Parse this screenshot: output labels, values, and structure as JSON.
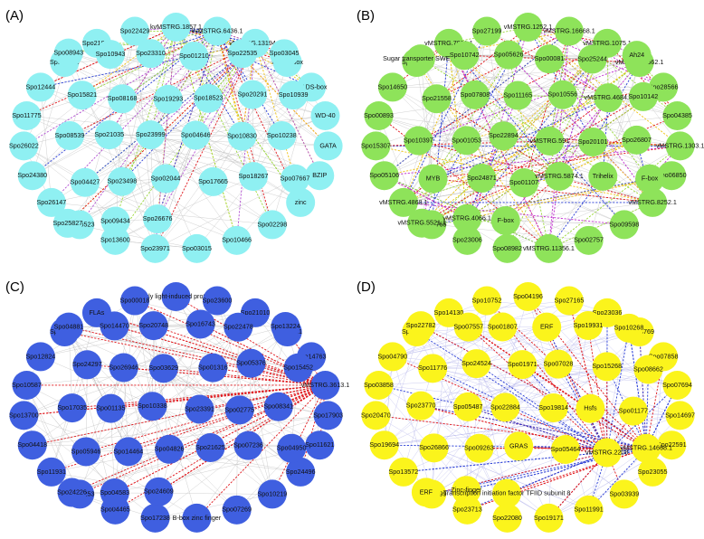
{
  "figure": {
    "panels": [
      {
        "label": "(A)",
        "node_color": "#8ff0f2",
        "edge_palette": [
          "#e0161b",
          "#2b3fd6",
          "#9cd93c",
          "#f0c419",
          "#b14fd1",
          "#bdbdbd"
        ],
        "hub_nodes": [
          "kvMSTRG.1857.1",
          "kvMSTRG.6436.1",
          "vMSTRG.13194.1"
        ],
        "nodes": [
          "kvMSTRG.1857.1",
          "kvMSTRG.6436.1",
          "vMSTRG.13194.1",
          "MADS-box",
          "MADS-box",
          "WD-40",
          "GATA",
          "BZIP",
          "zinc",
          "Spo02298",
          "Spo10466",
          "Spo03015",
          "Spo23971",
          "Spo13600",
          "Spo16523",
          "Spo26147",
          "Spo24380",
          "Spo26022",
          "Spo11775",
          "Spo12444",
          "Spo28275",
          "Spo21811",
          "Spo22429",
          "Spo08943",
          "Spo10943",
          "Spo23310",
          "Spo01210",
          "Spo22535",
          "Spo03045",
          "Spo15821",
          "Spo08168",
          "Spo19293",
          "Spo18523",
          "Spo20291",
          "Spo10939",
          "Spo08539",
          "Spo21035",
          "Spo23999",
          "Spo04646",
          "Spo10830",
          "Spo10238",
          "Spo04427",
          "Spo23498",
          "Spo02044",
          "Spo17665",
          "Spo18267",
          "Spo07667",
          "Spo25827",
          "Spo09434",
          "Spo26676"
        ]
      },
      {
        "label": "(B)",
        "node_color": "#8ee35a",
        "edge_palette": [
          "#e0161b",
          "#2b3fd6",
          "#9cd93c",
          "#c02fd0",
          "#f0c419",
          "#bdbdbd"
        ],
        "hub_nodes": [
          "vMSTRG.1252.1",
          "vMSTRG.16668.1",
          "vMSTRG.1075.1",
          "vMSTRG.6662.1",
          "vMSTRG.1303.1",
          "vMSTRG.8252.1",
          "vMSTRG.11356.1",
          "vMSTRG.4868.1",
          "vMSTRG.7931.1",
          "vMSTRG.4684.1",
          "vMSTRG.591",
          "vMSTRG.5874.1",
          "vMSTRG.5521.1",
          "vMSTRG.4066.1"
        ],
        "nodes": [
          "vMSTRG.1252.1",
          "vMSTRG.16668.1",
          "vMSTRG.1075.1",
          "vMSTRG.6662.1",
          "Spo28566",
          "Spo04385",
          "vMSTRG.1303.1",
          "Spo06850",
          "vMSTRG.8252.1",
          "Spo09598",
          "Spo02757",
          "vMSTRG.11356.1",
          "Spo08982",
          "Spo23006",
          "Spo16765",
          "vMSTRG.4868.1",
          "Spo05106",
          "Spo15307",
          "Spo00893",
          "Spo14650",
          "Spo04763",
          "vMSTRG.7931.1",
          "Spo27199",
          "Sugar transporter SWEET",
          "Spo10742",
          "Spo05626",
          "Spo00081",
          "Spo25244",
          "Ah24",
          "Spo21558",
          "Spo07808",
          "Spo11165",
          "Spo10556",
          "vMSTRG.4684.1",
          "Spo10142",
          "Spo10397",
          "Spo01053",
          "Spo22894",
          "vMSTRG.591",
          "Spo20101",
          "Spo26807",
          "MYB",
          "Spo24871",
          "Spo01107",
          "vMSTRG.5874.1",
          "Trihelix",
          "F-box",
          "vMSTRG.5521.1",
          "vMSTRG.4066.1",
          "F-box"
        ]
      },
      {
        "label": "(C)",
        "node_color": "#3f5fe0",
        "edge_palette": [
          "#e0161b",
          "#bdbdbd"
        ],
        "hub_nodes": [
          "vMSTRG.3613.1"
        ],
        "nodes": [
          "Early light-induced protein",
          "Spo23600",
          "Spo21010",
          "Spo13221",
          "Spo14763",
          "vMSTRG.3613.1",
          "Spo17903",
          "Spo11621",
          "Spo24496",
          "Spo10219",
          "Spo07269",
          "B-box zinc finger",
          "Spo17238",
          "Spo04465",
          "Spo06253",
          "Spo11931",
          "Spo04418",
          "Spo13700",
          "Spo10587",
          "Spo12824",
          "Spo10352",
          "FLAs",
          "Spo00018",
          "Spo04881",
          "Spo14470",
          "Spo20748",
          "Spo16743",
          "Spo22478",
          "Spo13224",
          "Spo24297",
          "Spo26946",
          "Spo03629",
          "Spo01316",
          "Spo05376",
          "Spo15452",
          "Spo17035",
          "Spo01135",
          "Spo10338",
          "Spo23391",
          "Spo02775",
          "Spo08341",
          "Spo05946",
          "Spo14464",
          "Spo04826",
          "Spo21625",
          "Spo07236",
          "Spo04950",
          "Spo24226",
          "Spo04583",
          "Spo24609"
        ]
      },
      {
        "label": "(D)",
        "node_color": "#fbf41c",
        "edge_palette": [
          "#e0161b",
          "#2b3fd6",
          "#b9b9ec"
        ],
        "hub_nodes": [
          "vMSTRG.2208",
          "vMSTRG.14668.1"
        ],
        "nodes": [
          "Spo04196",
          "Spo27165",
          "Spo23036",
          "Spo08769",
          "Spo07858",
          "Spo07694",
          "Spo14697",
          "Spo22591",
          "Spo23055",
          "Spo03939",
          "Spo11991",
          "Spo19171",
          "Spo22080",
          "Spo23713",
          "Spo17799",
          "Spo13572",
          "Spo19694",
          "Spo20470",
          "Spo03858",
          "Spo04790",
          "Spo07710",
          "Spo14130",
          "Spo10752",
          "Spo22782",
          "Spo07557",
          "Spo01807",
          "ERF",
          "Spo19931",
          "Spo10268",
          "Spo11776",
          "Spo24524",
          "Spo01971",
          "Spo07028",
          "Spo15268",
          "Spo08662",
          "Spo23770",
          "Spo05487",
          "Spo22884",
          "Spo19814",
          "Hsfs",
          "Spo01177",
          "Spo26866",
          "Spo09263",
          "GRAS",
          "Spo05464",
          "vMSTRG.2208",
          "vMSTRG.14668.1",
          "ERF",
          "Zinc-finger",
          "Transcription initiation factor TFIID subunit 8"
        ]
      }
    ]
  }
}
